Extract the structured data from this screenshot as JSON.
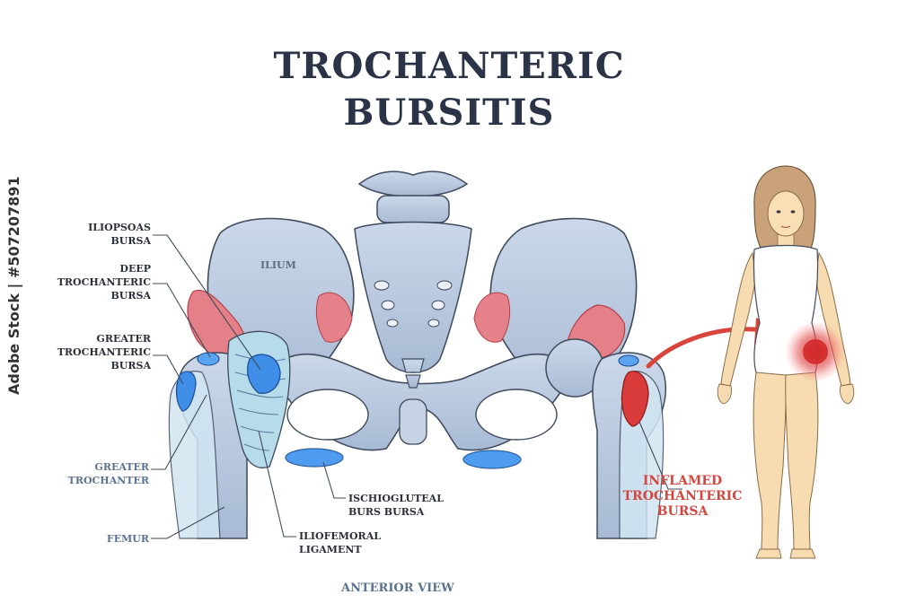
{
  "title": {
    "line1": "TROCHANTERIC",
    "line2": "BURSITIS"
  },
  "labels": {
    "iliopsoas": [
      "ILIOPSOAS",
      "BURSA"
    ],
    "deep": [
      "DEEP",
      "TROCHANTERIC",
      "BURSA"
    ],
    "greater_bursa": [
      "GREATER",
      "TROCHANTERIC",
      "BURSA"
    ],
    "greater_trochanter": [
      "GREATER",
      "TROCHANTER"
    ],
    "femur": "FEMUR",
    "ilium": "ILIUM",
    "ischiogluteal": [
      "ISCHIOGLUTEAL",
      "BURS BURSA"
    ],
    "iliofemoral": [
      "ILIOFEMORAL",
      "LIGAMENT"
    ],
    "inflamed": [
      "INFLAMED",
      "TROCHANTERIC",
      "BURSA"
    ],
    "view": "ANTERIOR VIEW"
  },
  "stock_id": "Adobe Stock | #507207891",
  "colors": {
    "bone": "#bccbe0",
    "bone_dark": "#9fb3cf",
    "muscle": "#e4818a",
    "bursa": "#3f8fe8",
    "inflamed": "#d93a3a",
    "title": "#2b3447",
    "skin": "#f6dcb0"
  }
}
